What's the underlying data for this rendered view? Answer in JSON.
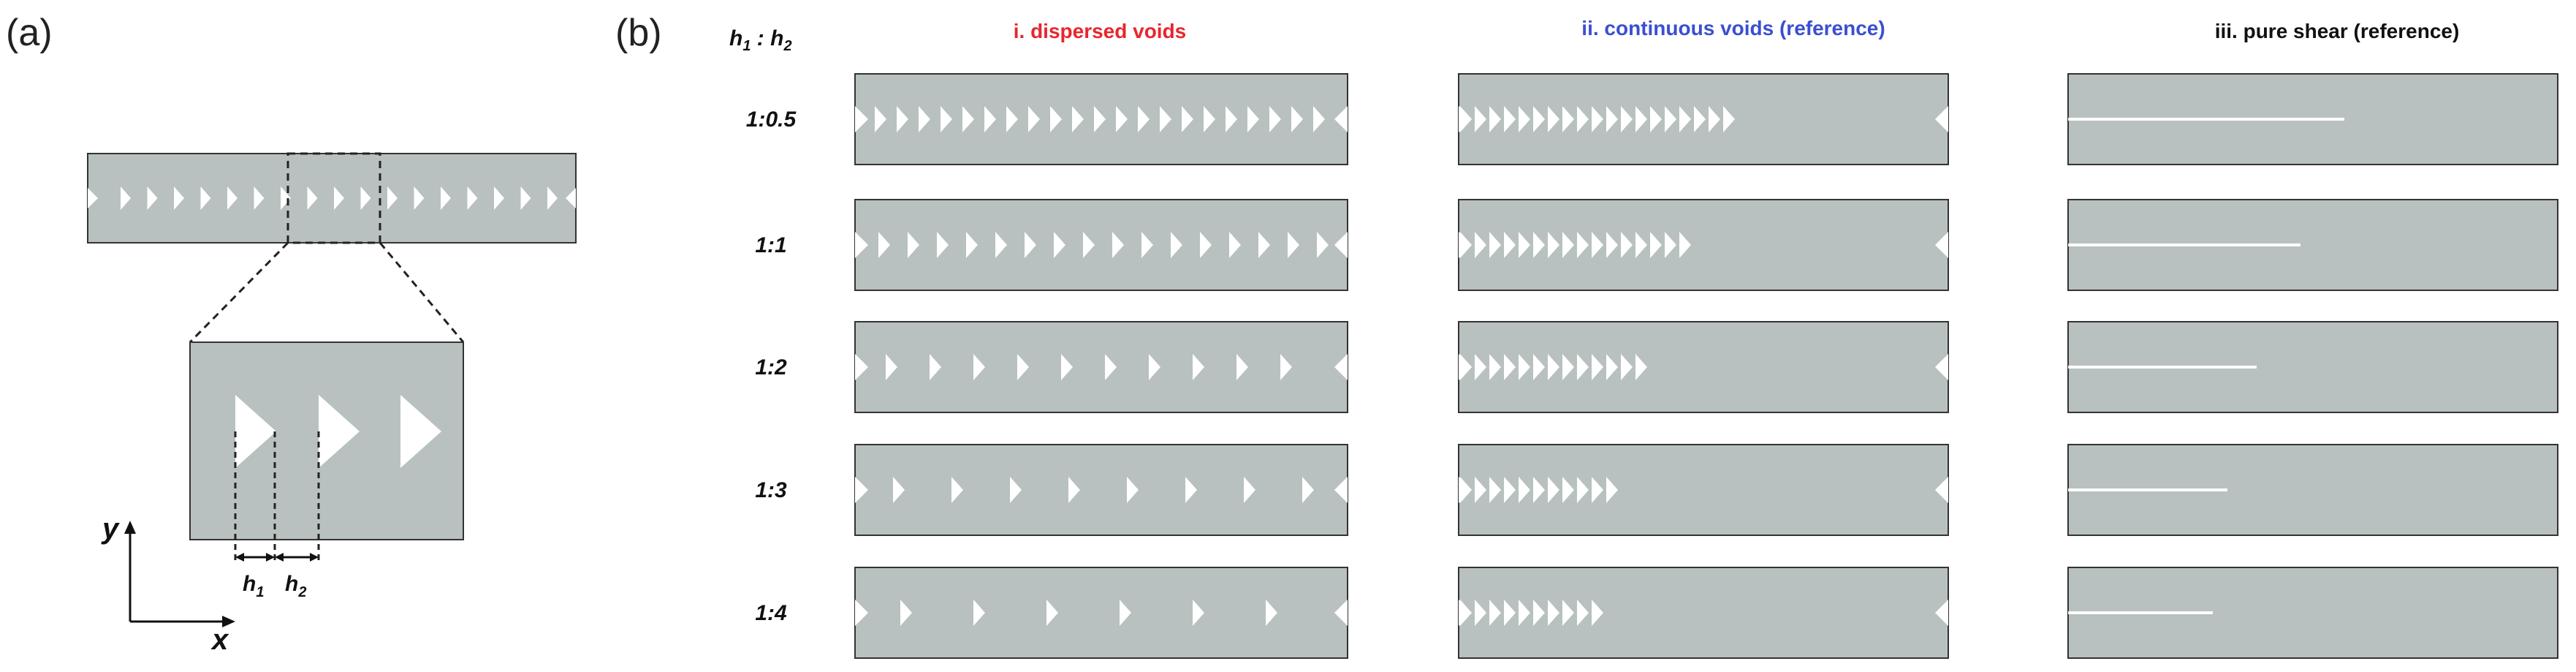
{
  "panel_a": {
    "label": "(a)",
    "axis_y": "y",
    "axis_x": "x",
    "h1": "h",
    "h1_sub": "1",
    "h2": "h",
    "h2_sub": "2"
  },
  "panel_b": {
    "label": "(b)",
    "ratio_header": {
      "h1": "h",
      "h1_sub": "1",
      "sep": " : ",
      "h2": "h",
      "h2_sub": "2"
    },
    "columns": [
      {
        "title": "i. dispersed voids",
        "color": "#e8262d"
      },
      {
        "title": "ii. continuous voids (reference)",
        "color": "#3a4fd0"
      },
      {
        "title": "iii. pure shear (reference)",
        "color": "#111111"
      }
    ],
    "rows": [
      {
        "ratio_label": "1:0.5",
        "h1": 1,
        "h2": 0.5
      },
      {
        "ratio_label": "1:1",
        "h1": 1,
        "h2": 1
      },
      {
        "ratio_label": "1:2",
        "h1": 1,
        "h2": 2
      },
      {
        "ratio_label": "1:3",
        "h1": 1,
        "h2": 3
      },
      {
        "ratio_label": "1:4",
        "h1": 1,
        "h2": 4
      }
    ]
  },
  "colors": {
    "specimen_fill": "#b8c1bf",
    "specimen_stroke": "#333333",
    "void_fill": "#ffffff"
  }
}
